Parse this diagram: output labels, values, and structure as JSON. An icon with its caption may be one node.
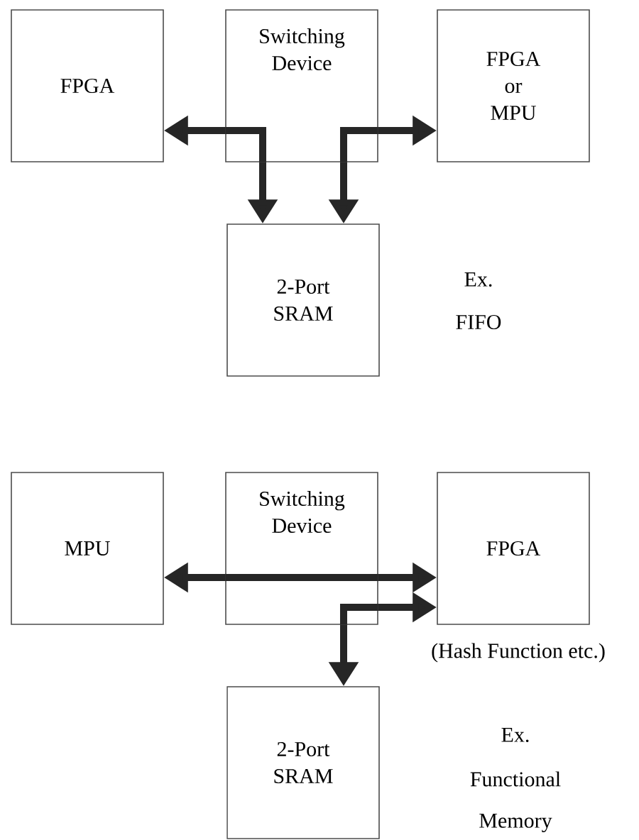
{
  "diagram": {
    "nodes": [
      {
        "text": [
          "FPGA"
        ]
      },
      {
        "text": [
          "Switching Device"
        ]
      },
      {
        "text": [
          "FPGA or MPU"
        ]
      },
      {
        "text": [
          "2-Port SRAM"
        ]
      },
      {
        "text": [
          "MPU"
        ]
      },
      {
        "text": [
          "Switching Device"
        ]
      },
      {
        "text": [
          "FPGA"
        ],
        "beside": [
          "(Hash Function etc.)"
        ]
      },
      {
        "text": [
          "2-Port SRAM"
        ]
      }
    ],
    "edges": [
      {
        "from": 1,
        "to": 0,
        "arrow": "to"
      },
      {
        "from": 1,
        "to": 3,
        "arrow": "to"
      },
      {
        "from": 1,
        "to": 3,
        "arrow": "to"
      },
      {
        "from": 1,
        "to": 2,
        "arrow": "to"
      },
      {
        "from": 5,
        "to": 4,
        "arrow": "to"
      },
      {
        "from": 5,
        "to": 6,
        "arrow": "to"
      },
      {
        "from": 5,
        "to": 6,
        "arrow": "to"
      },
      {
        "from": 5,
        "to": 7,
        "arrow": "to"
      }
    ],
    "labels": [
      "Ex.",
      "FIFO",
      "Ex.",
      "Functional",
      "Memory"
    ]
  }
}
